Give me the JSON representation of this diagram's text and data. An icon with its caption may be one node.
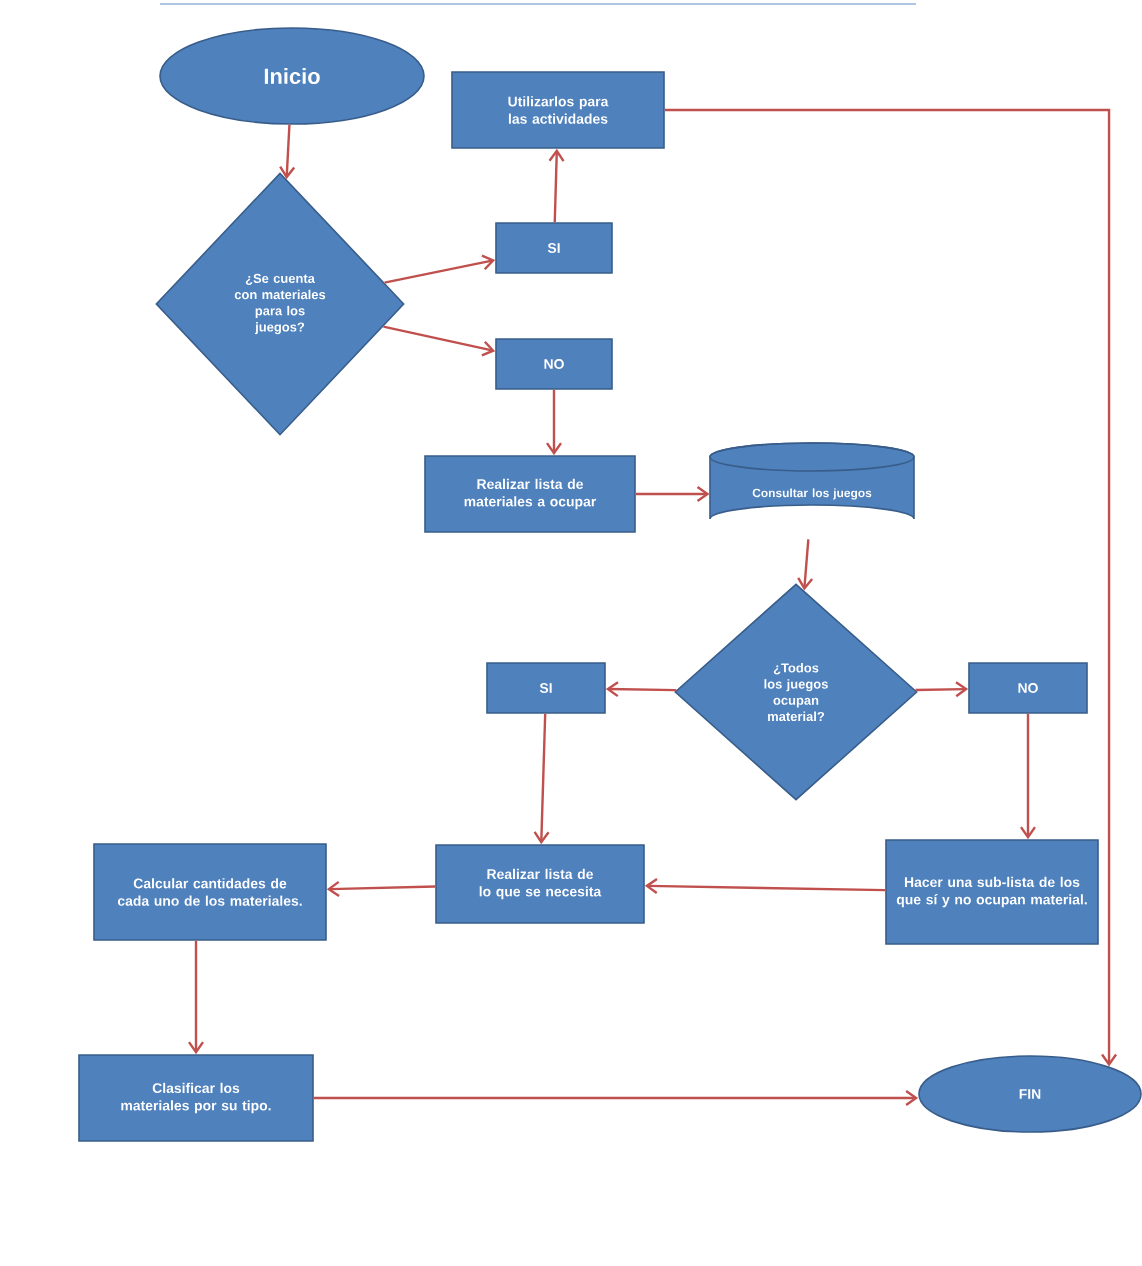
{
  "diagram": {
    "nodes": [
      {
        "text": [
          "Inicio"
        ]
      },
      {
        "text": [
          "¿Se cuenta con materiales para los juegos?"
        ]
      },
      {
        "text": [
          "Utilizarlos para las actividades"
        ]
      },
      {
        "text": [
          "SI"
        ]
      },
      {
        "text": [
          "NO"
        ]
      },
      {
        "text": [
          "Realizar lista de materiales a ocupar"
        ]
      },
      {
        "text": [
          "Consultar los juegos"
        ]
      },
      {
        "text": [
          "¿Todos los juegos ocupan material?"
        ]
      },
      {
        "text": [
          "SI"
        ]
      },
      {
        "text": [
          "NO"
        ]
      },
      {
        "text": [
          "Realizar lista  de lo que se necesita"
        ]
      },
      {
        "text": [
          "Hacer una sub-lista de los que sí y no ocupan material."
        ]
      },
      {
        "text": [
          "Calcular cantidades de cada uno de los materiales."
        ]
      },
      {
        "text": [
          "Clasificar los materiales por su tipo."
        ]
      },
      {
        "text": [
          "FIN"
        ]
      }
    ],
    "edges": [
      {
        "from": 0,
        "to": 1,
        "arrow": "to"
      },
      {
        "from": 1,
        "to": 3,
        "arrow": "to"
      },
      {
        "from": 1,
        "to": 4,
        "arrow": "to"
      },
      {
        "from": 3,
        "to": 2,
        "arrow": "to"
      },
      {
        "from": 2,
        "to": 14,
        "arrow": "to"
      },
      {
        "from": 4,
        "to": 5,
        "arrow": "to"
      },
      {
        "from": 5,
        "to": 6,
        "arrow": "to"
      },
      {
        "from": 6,
        "to": 7,
        "arrow": "to"
      },
      {
        "from": 7,
        "to": 8,
        "arrow": "to"
      },
      {
        "from": 7,
        "to": 9,
        "arrow": "to"
      },
      {
        "from": 8,
        "to": 10,
        "arrow": "to"
      },
      {
        "from": 9,
        "to": 11,
        "arrow": "to"
      },
      {
        "from": 11,
        "to": 10,
        "arrow": "to"
      },
      {
        "from": 10,
        "to": 12,
        "arrow": "to"
      },
      {
        "from": 12,
        "to": 13,
        "arrow": "to"
      },
      {
        "from": 13,
        "to": 14,
        "arrow": "to"
      }
    ]
  }
}
